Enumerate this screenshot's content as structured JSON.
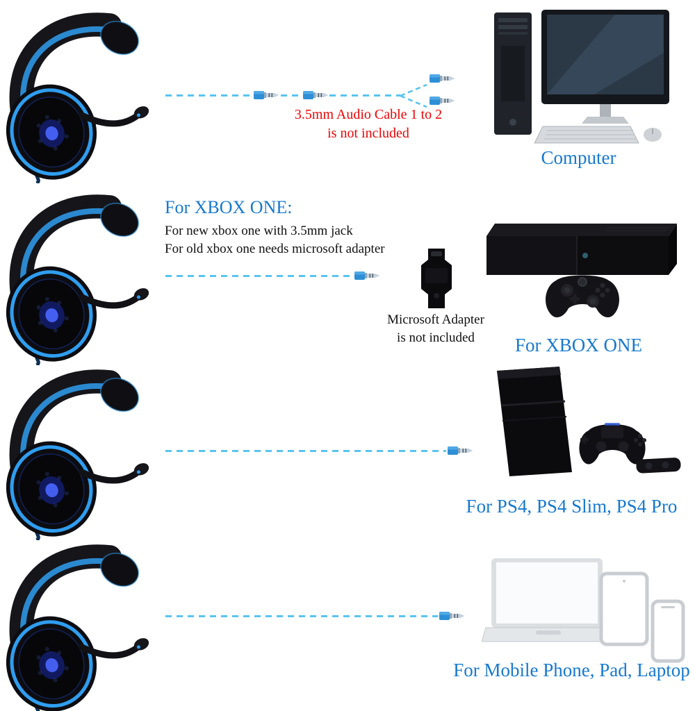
{
  "colors": {
    "label_blue": "#1679cf",
    "note_red": "#ee0202",
    "dash_blue": "#59c4f0",
    "headset_accent_blue": "#2f9ef0"
  },
  "rows": [
    {
      "name": "computer",
      "cable_note_line1": "3.5mm Audio Cable 1 to 2",
      "cable_note_line2": "is not included",
      "device_label": "Computer"
    },
    {
      "name": "xbox",
      "heading": "For XBOX ONE:",
      "note_line1": "For new xbox one with 3.5mm jack",
      "note_line2": "For old xbox one needs microsoft adapter",
      "adapter_note_line1": "Microsoft Adapter",
      "adapter_note_line2": "is not included",
      "device_label": "For XBOX ONE"
    },
    {
      "name": "ps4",
      "device_label": "For PS4, PS4 Slim, PS4 Pro"
    },
    {
      "name": "mobile",
      "device_label": "For Mobile Phone, Pad, Laptop"
    }
  ]
}
